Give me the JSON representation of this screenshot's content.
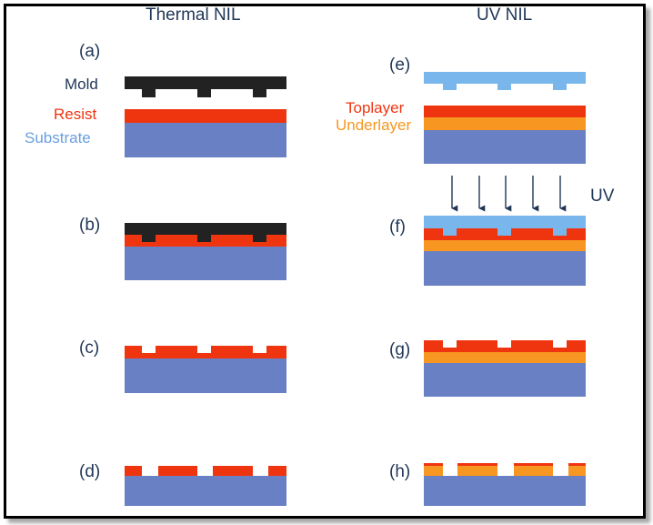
{
  "columns": {
    "left_title": "Thermal NIL",
    "right_title": "UV NIL"
  },
  "steps": [
    "(a)",
    "(b)",
    "(c)",
    "(d)",
    "(e)",
    "(f)",
    "(g)",
    "(h)"
  ],
  "labels": {
    "mold": "Mold",
    "resist": "Resist",
    "substrate": "Substrate",
    "toplayer": "Toplayer",
    "underlayer": "Underlayer",
    "uv": "UV"
  },
  "colors": {
    "mold": "#222222",
    "resist": "#ef3510",
    "substrate": "#6a80c4",
    "uv_mold": "#78b6ec",
    "underlayer": "#f79620",
    "text_dark": "#1f3556",
    "arrow": "#1f3556"
  }
}
